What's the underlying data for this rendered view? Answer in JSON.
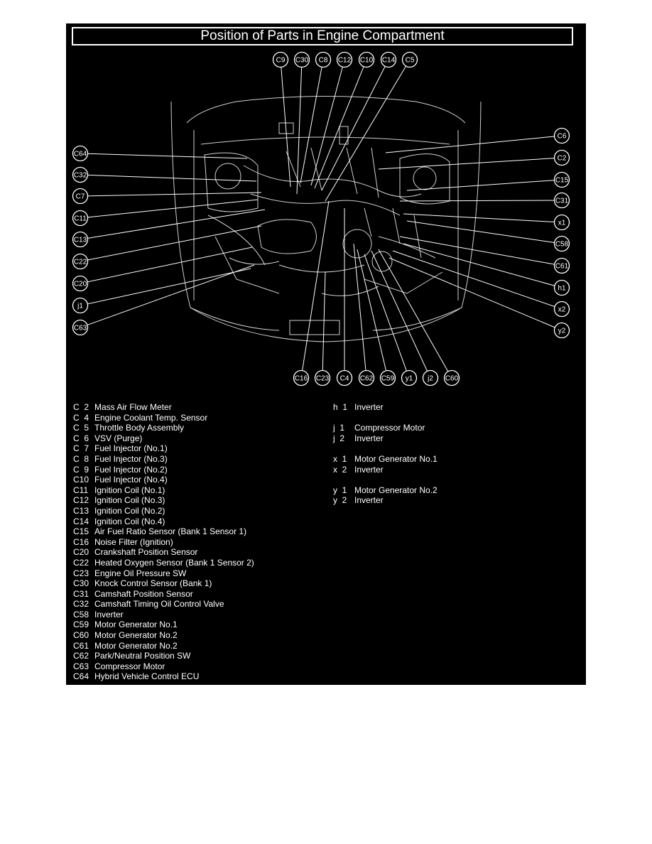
{
  "title": "Position of Parts in Engine Compartment",
  "callouts": {
    "top": [
      "C9",
      "C30",
      "C8",
      "C12",
      "C10",
      "C14",
      "C5"
    ],
    "left": [
      "C64",
      "C32",
      "C7",
      "C11",
      "C13",
      "C22",
      "C20",
      "j1",
      "C63"
    ],
    "right": [
      "C6",
      "C2",
      "C15",
      "C31",
      "x1",
      "C58",
      "C61",
      "h1",
      "x2",
      "y2"
    ],
    "bottom": [
      "C16",
      "C23",
      "C4",
      "C62",
      "C59",
      "y1",
      "j2",
      "C60"
    ]
  },
  "legend_left": [
    {
      "code": "C  2",
      "name": "Mass Air Flow Meter"
    },
    {
      "code": "C  4",
      "name": "Engine Coolant Temp. Sensor"
    },
    {
      "code": "C  5",
      "name": "Throttle Body Assembly"
    },
    {
      "code": "C  6",
      "name": "VSV (Purge)"
    },
    {
      "code": "C  7",
      "name": "Fuel Injector (No.1)"
    },
    {
      "code": "C  8",
      "name": "Fuel Injector (No.3)"
    },
    {
      "code": "C  9",
      "name": "Fuel Injector (No.2)"
    },
    {
      "code": "C10",
      "name": "Fuel Injector (No.4)"
    },
    {
      "code": "C11",
      "name": "Ignition Coil (No.1)"
    },
    {
      "code": "C12",
      "name": "Ignition Coil (No.3)"
    },
    {
      "code": "C13",
      "name": "Ignition Coil (No.2)"
    },
    {
      "code": "C14",
      "name": "Ignition Coil (No.4)"
    },
    {
      "code": "C15",
      "name": "Air Fuel Ratio Sensor (Bank 1 Sensor 1)"
    },
    {
      "code": "C16",
      "name": "Noise Filter (Ignition)"
    },
    {
      "code": "C20",
      "name": "Crankshaft Position Sensor"
    },
    {
      "code": "C22",
      "name": "Heated Oxygen Sensor (Bank 1 Sensor 2)"
    },
    {
      "code": "C23",
      "name": "Engine Oil Pressure SW"
    },
    {
      "code": "C30",
      "name": "Knock Control Sensor (Bank 1)"
    },
    {
      "code": "C31",
      "name": "Camshaft Position Sensor"
    },
    {
      "code": "C32",
      "name": "Camshaft Timing Oil Control Valve"
    },
    {
      "code": "C58",
      "name": "Inverter"
    },
    {
      "code": "C59",
      "name": "Motor Generator No.1"
    },
    {
      "code": "C60",
      "name": "Motor Generator No.2"
    },
    {
      "code": "C61",
      "name": "Motor Generator No.2"
    },
    {
      "code": "C62",
      "name": "Park/Neutral Position SW"
    },
    {
      "code": "C63",
      "name": "Compressor Motor"
    },
    {
      "code": "C64",
      "name": "Hybrid Vehicle Control ECU"
    }
  ],
  "legend_right": [
    {
      "code": "h  1",
      "name": "Inverter"
    },
    {
      "code": "",
      "name": ""
    },
    {
      "code": "j  1",
      "name": "Compressor Motor"
    },
    {
      "code": "j  2",
      "name": "Inverter"
    },
    {
      "code": "",
      "name": ""
    },
    {
      "code": "x  1",
      "name": "Motor Generator No.1"
    },
    {
      "code": "x  2",
      "name": "Inverter"
    },
    {
      "code": "",
      "name": ""
    },
    {
      "code": "y  1",
      "name": "Motor Generator No.2"
    },
    {
      "code": "y  2",
      "name": "Inverter"
    }
  ]
}
